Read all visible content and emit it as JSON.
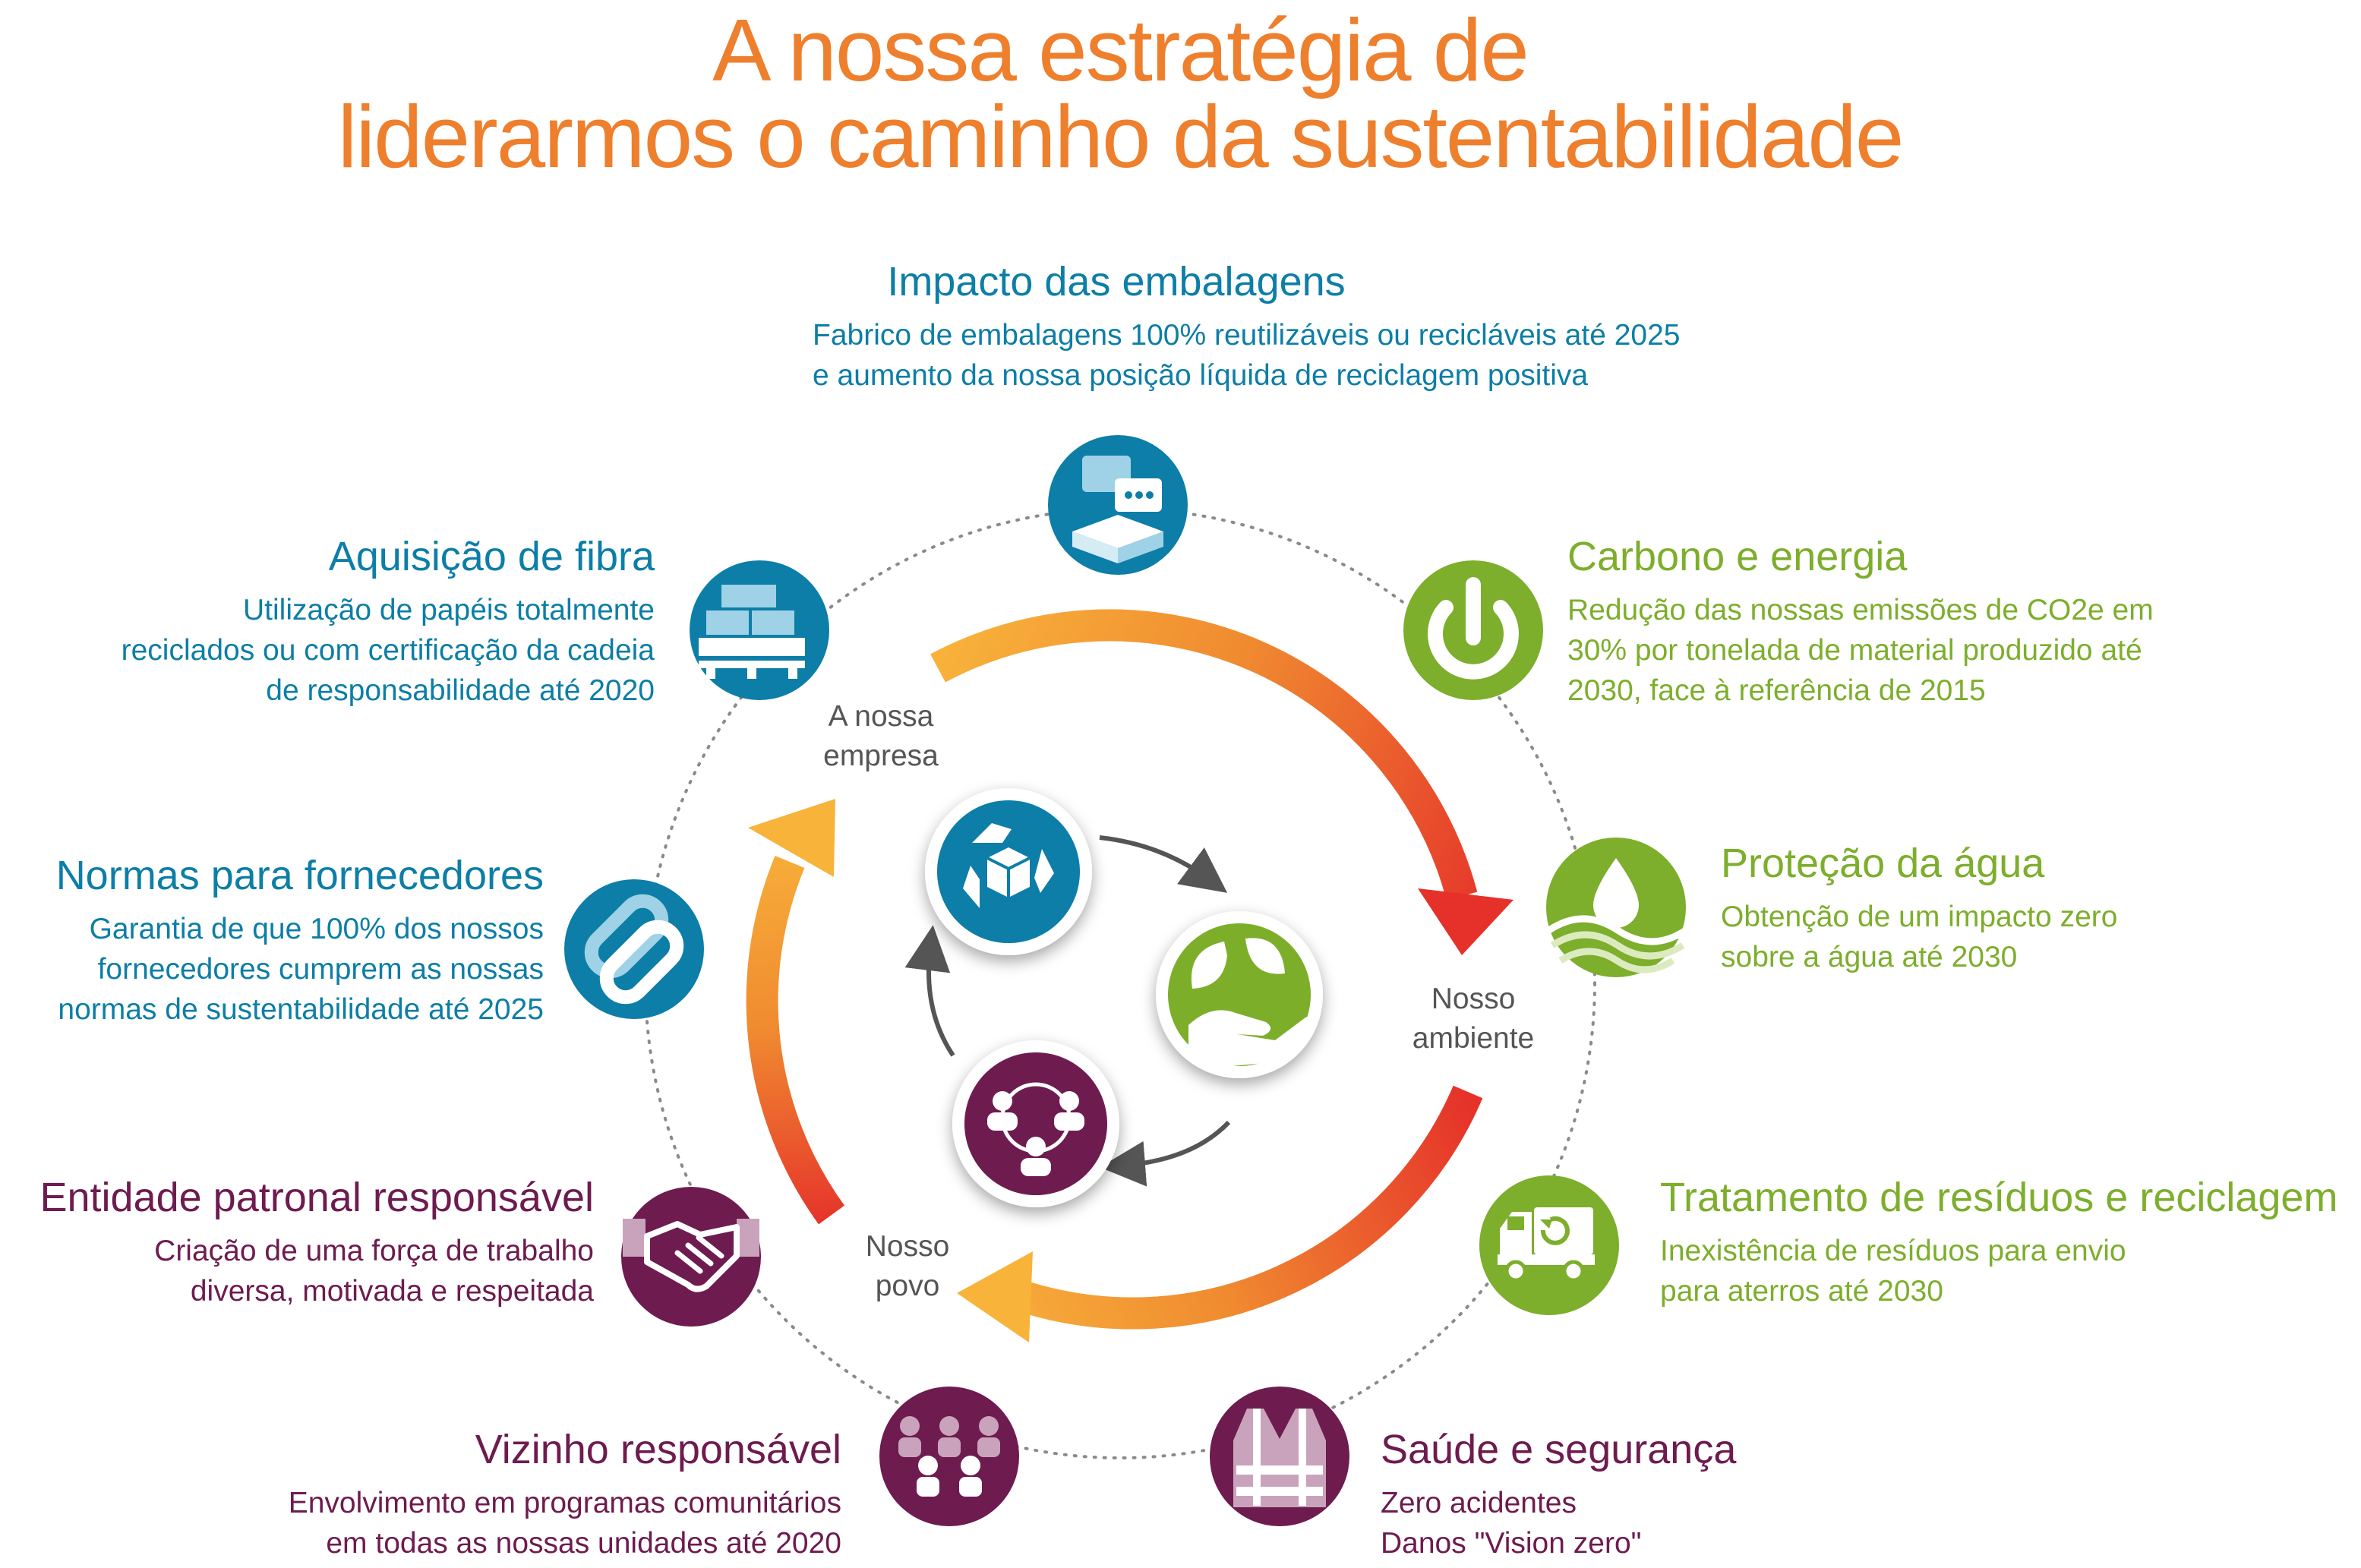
{
  "title": {
    "line1": "A nossa estratégia de",
    "line2": "liderarmos o caminho da sustentabilidade"
  },
  "colors": {
    "title": "#ee7f2d",
    "blue": "#0c7ea7",
    "green": "#7dae2c",
    "purple": "#6e1b4f",
    "arrow_warm": "#e5312a",
    "arrow_light": "#f8b33b"
  },
  "ring_labels": {
    "empresa": [
      "A nossa",
      "empresa"
    ],
    "ambiente": [
      "Nosso",
      "ambiente"
    ],
    "povo": [
      "Nosso",
      "povo"
    ]
  },
  "pillars": {
    "impacto_embalagens": {
      "icon": "packaging-chat-icon",
      "title": "Impacto das embalagens",
      "lines": [
        "Fabrico de embalagens 100% reutilizáveis ou recicláveis até 2025",
        "e aumento da nossa posição líquida de reciclagem positiva"
      ]
    },
    "aquisicao_fibra": {
      "icon": "stacked-pallet-icon",
      "title": "Aquisição de fibra",
      "lines": [
        "Utilização de papéis totalmente",
        "reciclados ou com certificação da cadeia",
        "de responsabilidade até 2020"
      ]
    },
    "normas_fornecedores": {
      "icon": "chain-link-icon",
      "title": "Normas para fornecedores",
      "lines": [
        "Garantia de que 100% dos nossos",
        "fornecedores cumprem as nossas",
        "normas de sustentabilidade até 2025"
      ]
    },
    "entidade_patronal": {
      "icon": "handshake-icon",
      "title": "Entidade patronal responsável",
      "lines": [
        "Criação de uma força de trabalho",
        "diversa, motivada e respeitada"
      ]
    },
    "vizinho_responsavel": {
      "icon": "community-group-icon",
      "title": "Vizinho responsável",
      "lines": [
        "Envolvimento em programas comunitários",
        "em todas as nossas unidades até 2020"
      ]
    },
    "carbono_energia": {
      "icon": "power-icon",
      "title": "Carbono e energia",
      "lines": [
        "Redução das nossas emissões de CO2e em",
        "30% por tonelada de material produzido até",
        "2030, face à referência de 2015"
      ]
    },
    "protecao_agua": {
      "icon": "water-drop-icon",
      "title": "Proteção da água",
      "lines": [
        "Obtenção de um impacto zero",
        "sobre a água até 2030"
      ]
    },
    "tratamento_residuos": {
      "icon": "recycling-truck-icon",
      "title": "Tratamento de resíduos e reciclagem",
      "lines": [
        "Inexistência de resíduos para envio",
        "para aterros até 2030"
      ]
    },
    "saude_seguranca": {
      "icon": "safety-vest-icon",
      "title": "Saúde e segurança",
      "lines": [
        "Zero acidentes",
        "Danos \"Vision zero\""
      ]
    }
  },
  "center_icons": {
    "empresa": "recycle-box-icon",
    "ambiente": "hand-leaf-icon",
    "povo": "people-network-icon"
  }
}
